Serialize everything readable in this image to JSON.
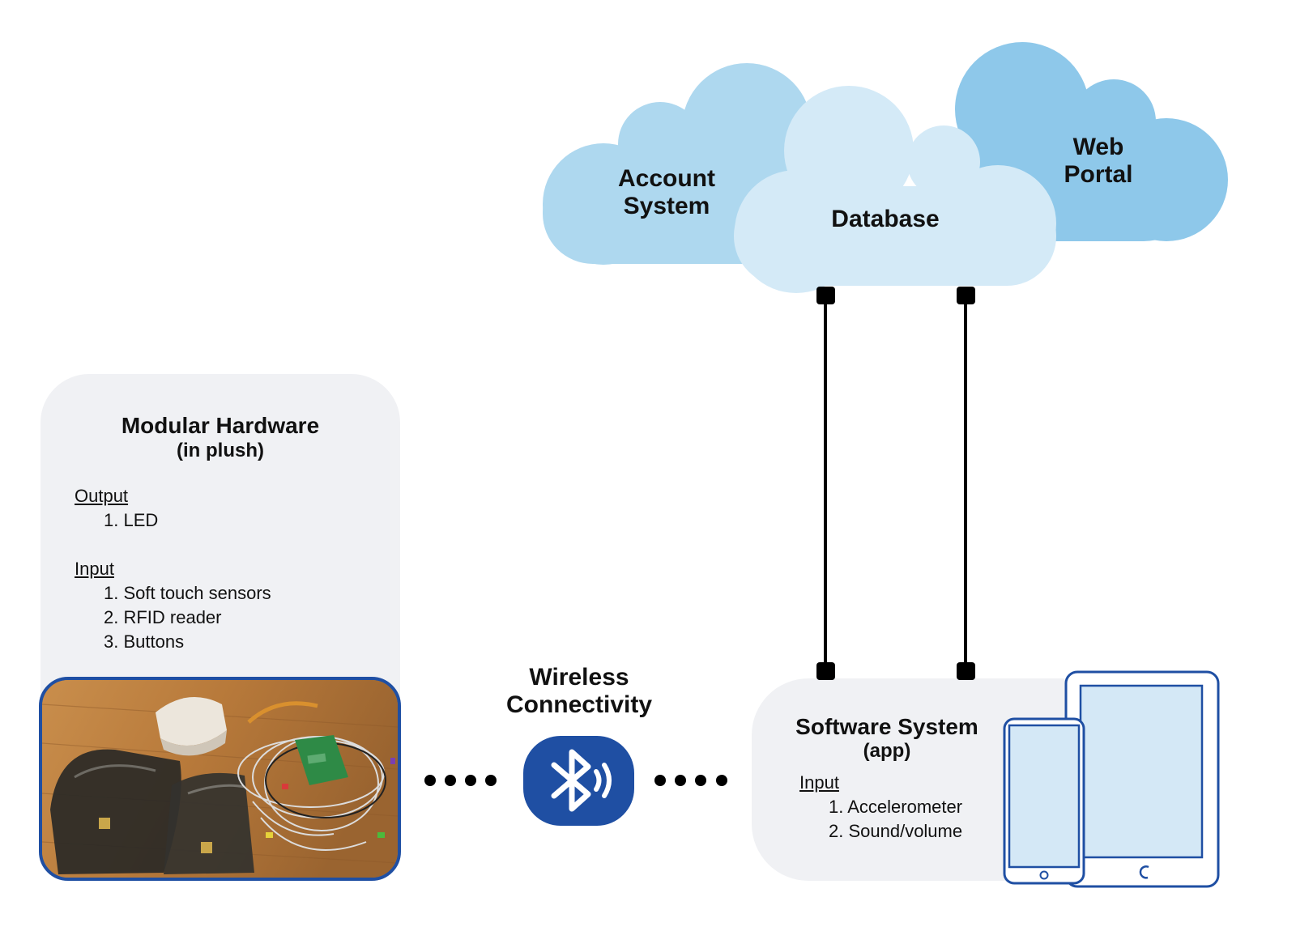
{
  "clouds": {
    "account": "Account\nSystem",
    "database": "Database",
    "web_portal": "Web\nPortal"
  },
  "hardware": {
    "title": "Modular Hardware",
    "subtitle": "(in plush)",
    "output_heading": "Output",
    "output_items": [
      "1. LED"
    ],
    "input_heading": "Input",
    "input_items": [
      "1. Soft touch sensors",
      "2. RFID reader",
      "3. Buttons"
    ]
  },
  "wireless": {
    "label": "Wireless\nConnectivity",
    "icon": "bluetooth-icon"
  },
  "software": {
    "title": "Software System",
    "subtitle": "(app)",
    "input_heading": "Input",
    "input_items": [
      "1. Accelerometer",
      "2. Sound/volume"
    ]
  },
  "colors": {
    "cloud_account": "#aed8ef",
    "cloud_database": "#d4eaf7",
    "cloud_web": "#8ec8ea",
    "panel_bg": "#f0f1f4",
    "accent_blue": "#1f4fa3",
    "device_screen": "#d4e8f6"
  }
}
